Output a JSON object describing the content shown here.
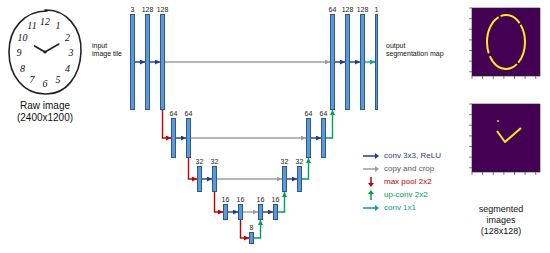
{
  "diagram": {
    "nodes": [
      {
        "text": [
          "3"
        ]
      },
      {
        "text": [
          "128"
        ]
      },
      {
        "text": [
          "128"
        ]
      },
      {
        "text": [
          "64"
        ]
      },
      {
        "text": [
          "64"
        ]
      },
      {
        "text": [
          "32"
        ]
      },
      {
        "text": [
          "32"
        ]
      },
      {
        "text": [
          "16"
        ]
      },
      {
        "text": [
          "16"
        ]
      },
      {
        "text": [
          "8"
        ]
      },
      {
        "text": [
          "16"
        ]
      },
      {
        "text": [
          "16"
        ]
      },
      {
        "text": [
          "32"
        ]
      },
      {
        "text": [
          "32"
        ]
      },
      {
        "text": [
          "64"
        ]
      },
      {
        "text": [
          "64"
        ]
      },
      {
        "text": [
          "64"
        ]
      },
      {
        "text": [
          "128"
        ]
      },
      {
        "text": [
          "128"
        ]
      },
      {
        "text": [
          "1"
        ]
      }
    ],
    "edges": [
      {
        "from": 0,
        "to": 1,
        "arrow": "to"
      },
      {
        "from": 1,
        "to": 2,
        "arrow": "to"
      },
      {
        "from": 2,
        "to": 3,
        "arrow": "to"
      },
      {
        "from": 3,
        "to": 4,
        "arrow": "to"
      },
      {
        "from": 4,
        "to": 5,
        "arrow": "to"
      },
      {
        "from": 5,
        "to": 6,
        "arrow": "to"
      },
      {
        "from": 6,
        "to": 7,
        "arrow": "to"
      },
      {
        "from": 7,
        "to": 8,
        "arrow": "to"
      },
      {
        "from": 8,
        "to": 9,
        "arrow": "to"
      },
      {
        "from": 9,
        "to": 10,
        "arrow": "to"
      },
      {
        "from": 10,
        "to": 11,
        "arrow": "to"
      },
      {
        "from": 11,
        "to": 12,
        "arrow": "to"
      },
      {
        "from": 12,
        "to": 13,
        "arrow": "to"
      },
      {
        "from": 13,
        "to": 14,
        "arrow": "to"
      },
      {
        "from": 14,
        "to": 15,
        "arrow": "to"
      },
      {
        "from": 15,
        "to": 16,
        "arrow": "to"
      },
      {
        "from": 16,
        "to": 17,
        "arrow": "to"
      },
      {
        "from": 17,
        "to": 18,
        "arrow": "to"
      },
      {
        "from": 18,
        "to": 19,
        "arrow": "to"
      },
      {
        "from": 2,
        "to": 16,
        "arrow": "to"
      },
      {
        "from": 4,
        "to": 14,
        "arrow": "to"
      },
      {
        "from": 6,
        "to": 12,
        "arrow": "to"
      },
      {
        "from": 8,
        "to": 10,
        "arrow": "to"
      }
    ],
    "labels": [
      "12",
      "1",
      "2",
      "3",
      "4",
      "5",
      "6",
      "7",
      "8",
      "9",
      "10",
      "11",
      "Raw image (2400x1200)",
      "input image tile",
      "output segmentation map",
      "segmented images (128x128)"
    ],
    "legend": [
      {
        "text": "conv 3x3, ReLU"
      },
      {
        "text": "copy and crop"
      },
      {
        "text": "max pool 2x2"
      },
      {
        "text": "up-conv 2x2"
      },
      {
        "text": "conv 1x1"
      }
    ]
  }
}
